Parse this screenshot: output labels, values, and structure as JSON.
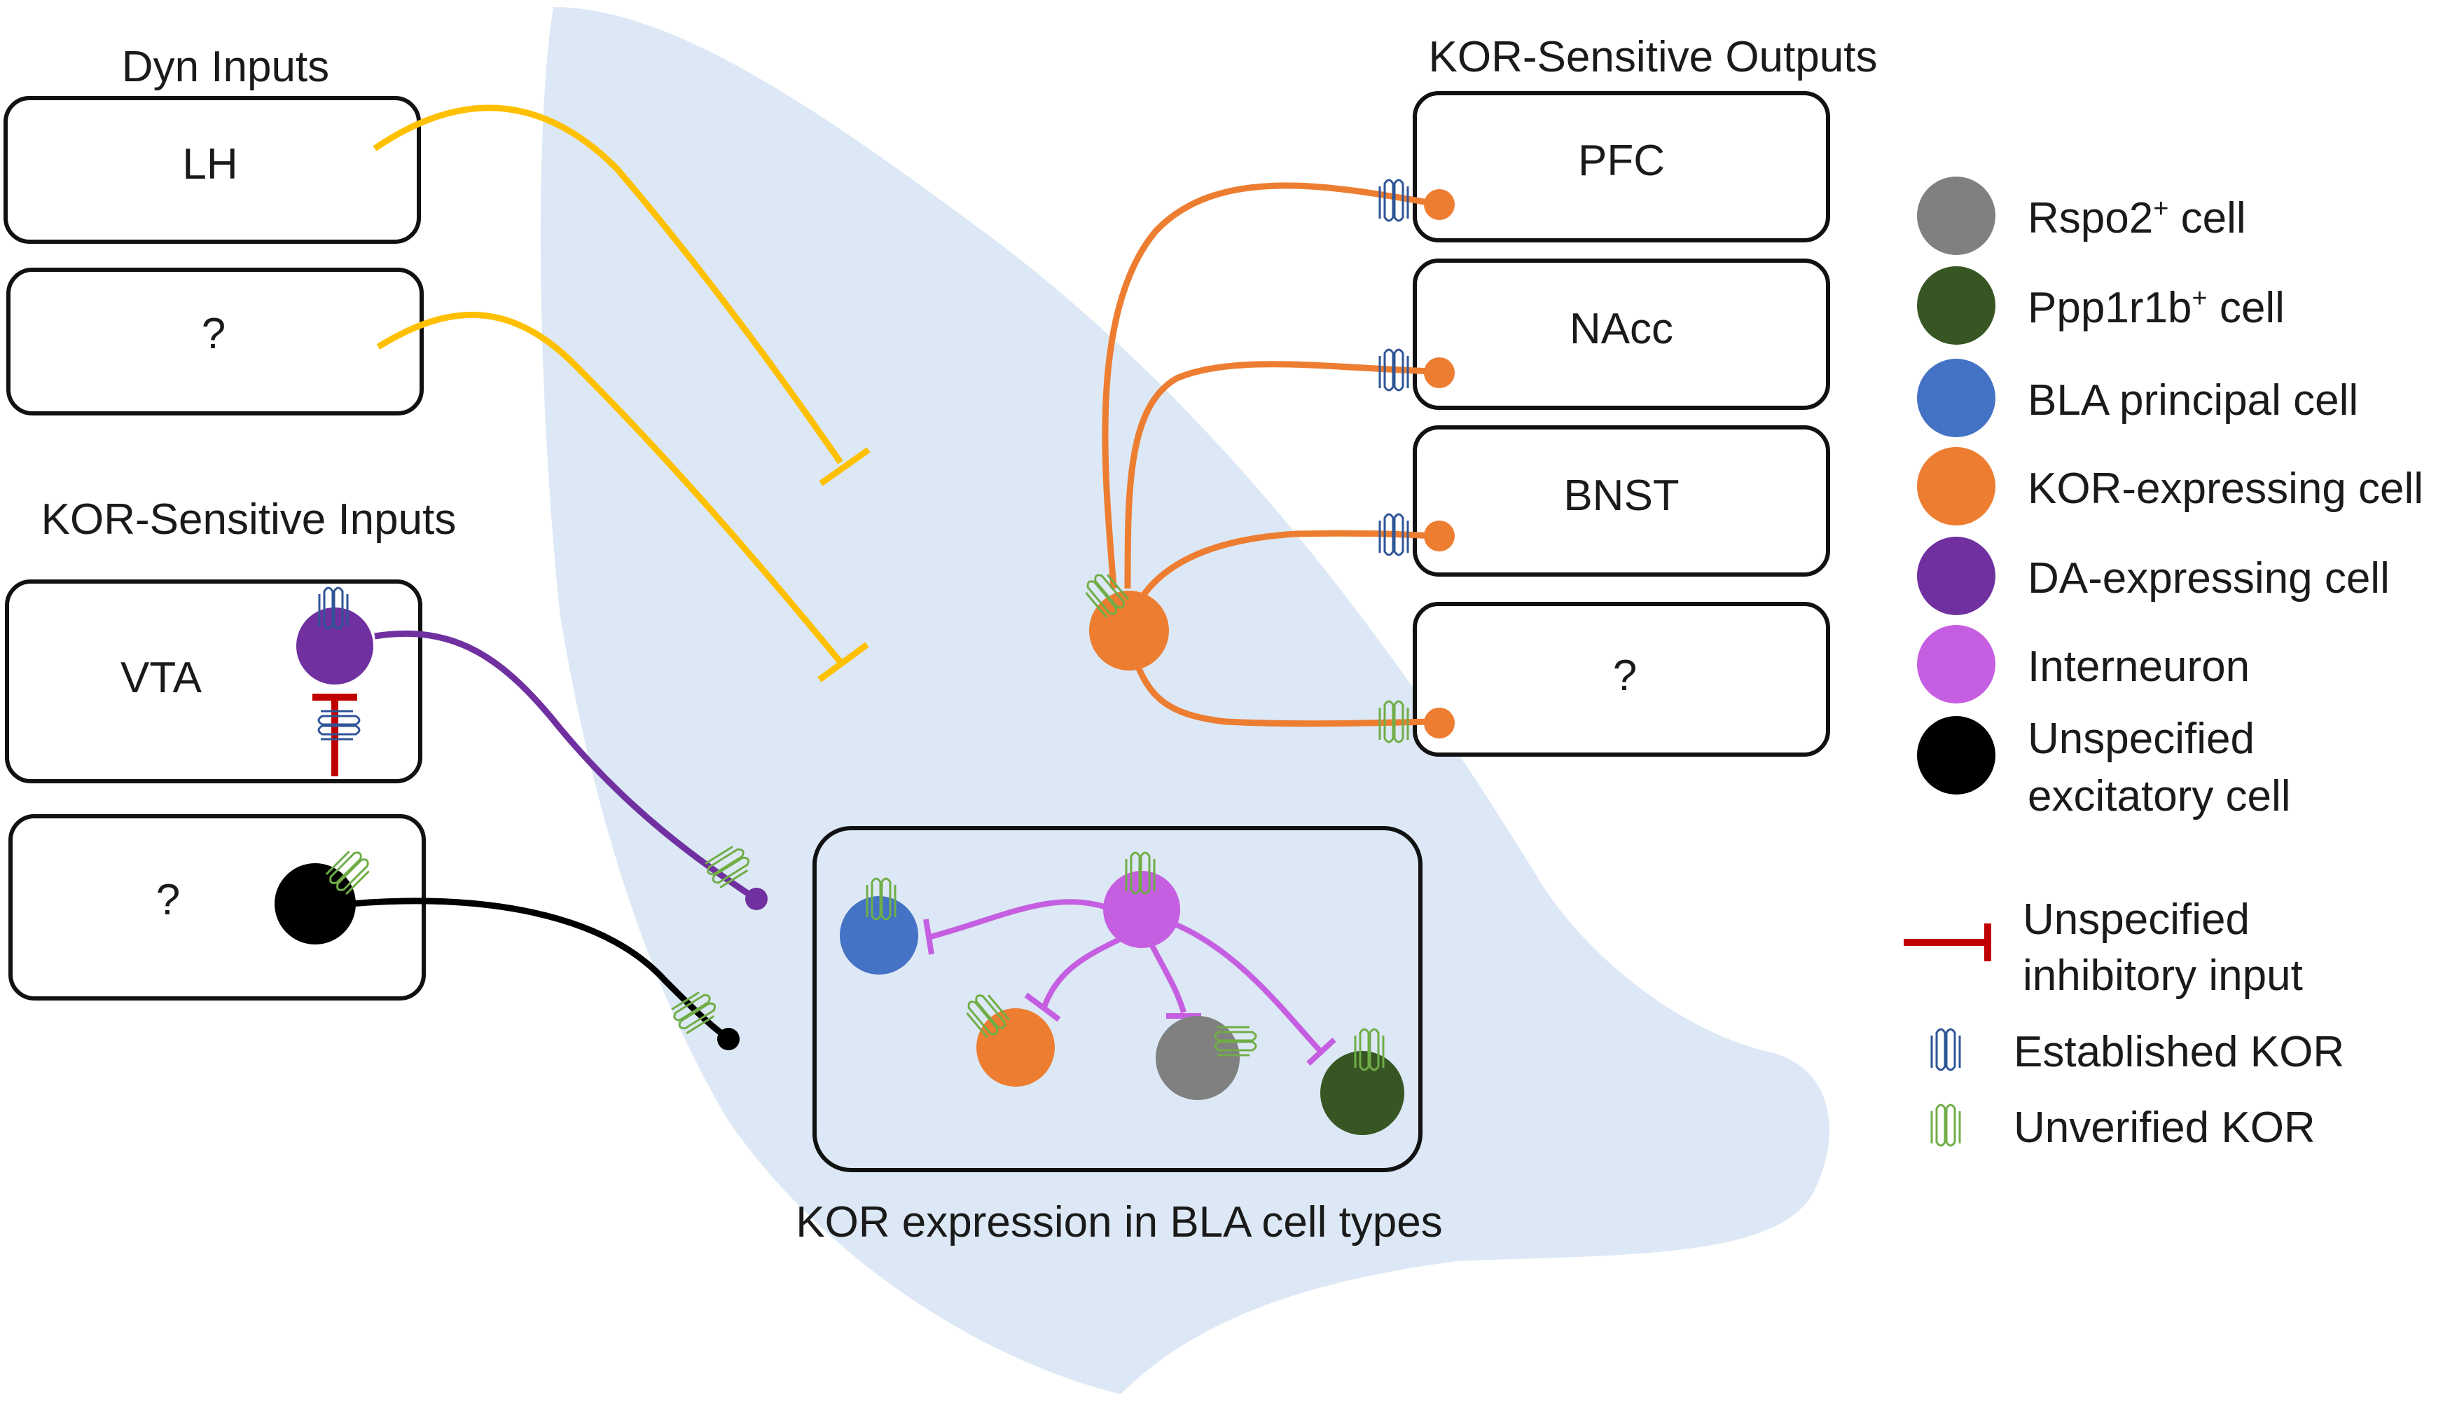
{
  "headings": {
    "dyn_inputs": "Dyn Inputs",
    "kor_inputs": "KOR-Sensitive Inputs",
    "kor_outputs": "KOR-Sensitive Outputs",
    "bla_caption": "KOR expression in BLA cell types"
  },
  "input_boxes": {
    "lh": "LH",
    "unknown_dyn": "?",
    "vta": "VTA",
    "unknown_kor": "?"
  },
  "output_boxes": {
    "pfc": "PFC",
    "nacc": "NAcc",
    "bnst": "BNST",
    "unknown": "?"
  },
  "legend": {
    "rspo2": {
      "base": "Rspo2",
      "sup": "+",
      "tail": " cell",
      "color": "#808080"
    },
    "ppp1r1b": {
      "base": "Ppp1r1b",
      "sup": "+",
      "tail": " cell",
      "color": "#375623"
    },
    "bla_principal": {
      "label": "BLA principal cell",
      "color": "#4472c4"
    },
    "kor_expressing": {
      "label": "KOR-expressing cell",
      "color": "#ed7d31"
    },
    "da_expressing": {
      "label": "DA-expressing cell",
      "color": "#7030a0"
    },
    "interneuron": {
      "label": "Interneuron",
      "color": "#c55ee0"
    },
    "unspecified_excitatory": {
      "line1": "Unspecified",
      "line2": "excitatory cell",
      "color": "#000000"
    },
    "inhibitory_input": {
      "line1": "Unspecified",
      "line2": "inhibitory input",
      "color": "#c00000"
    },
    "established_kor": {
      "label": "Established KOR",
      "color": "#2f5597"
    },
    "unverified_kor": {
      "label": "Unverified KOR",
      "color": "#70ad47"
    }
  },
  "colors": {
    "bla_region": "#dce8f5",
    "dyn_projection": "#ffc000"
  }
}
